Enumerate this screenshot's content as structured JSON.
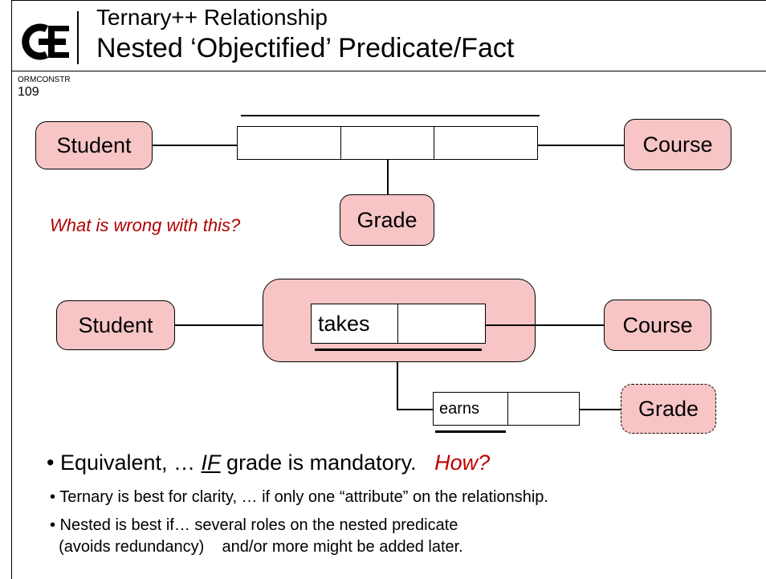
{
  "header": {
    "title_line1": "Ternary++  Relationship",
    "title_line2": "Nested ‘Objectified’ Predicate/Fact",
    "slide_code": "ORMCONSTR",
    "slide_number": "109"
  },
  "diagram_top": {
    "entity_left": "Student",
    "entity_right": "Course",
    "entity_bottom": "Grade",
    "question": "What is wrong with this?"
  },
  "diagram_bottom": {
    "entity_left": "Student",
    "entity_right": "Course",
    "entity_grade": "Grade",
    "predicate1_label": "takes",
    "predicate2_label": "earns"
  },
  "bullets": {
    "b1_text1": "• Equivalent, … ",
    "b1_if": "IF",
    "b1_text2": " grade is mandatory.   ",
    "b1_how": "How?",
    "b2": "• Ternary is best for clarity, … if only one “attribute” on the relationship.",
    "b3_line1": "• Nested is best if… several roles on the nested predicate",
    "b3_line2": "  (avoids redundancy)    and/or more might be added later."
  },
  "colors": {
    "entity_fill": "#f7c5c5",
    "question_color": "#b00000",
    "how_color": "#c00000"
  }
}
